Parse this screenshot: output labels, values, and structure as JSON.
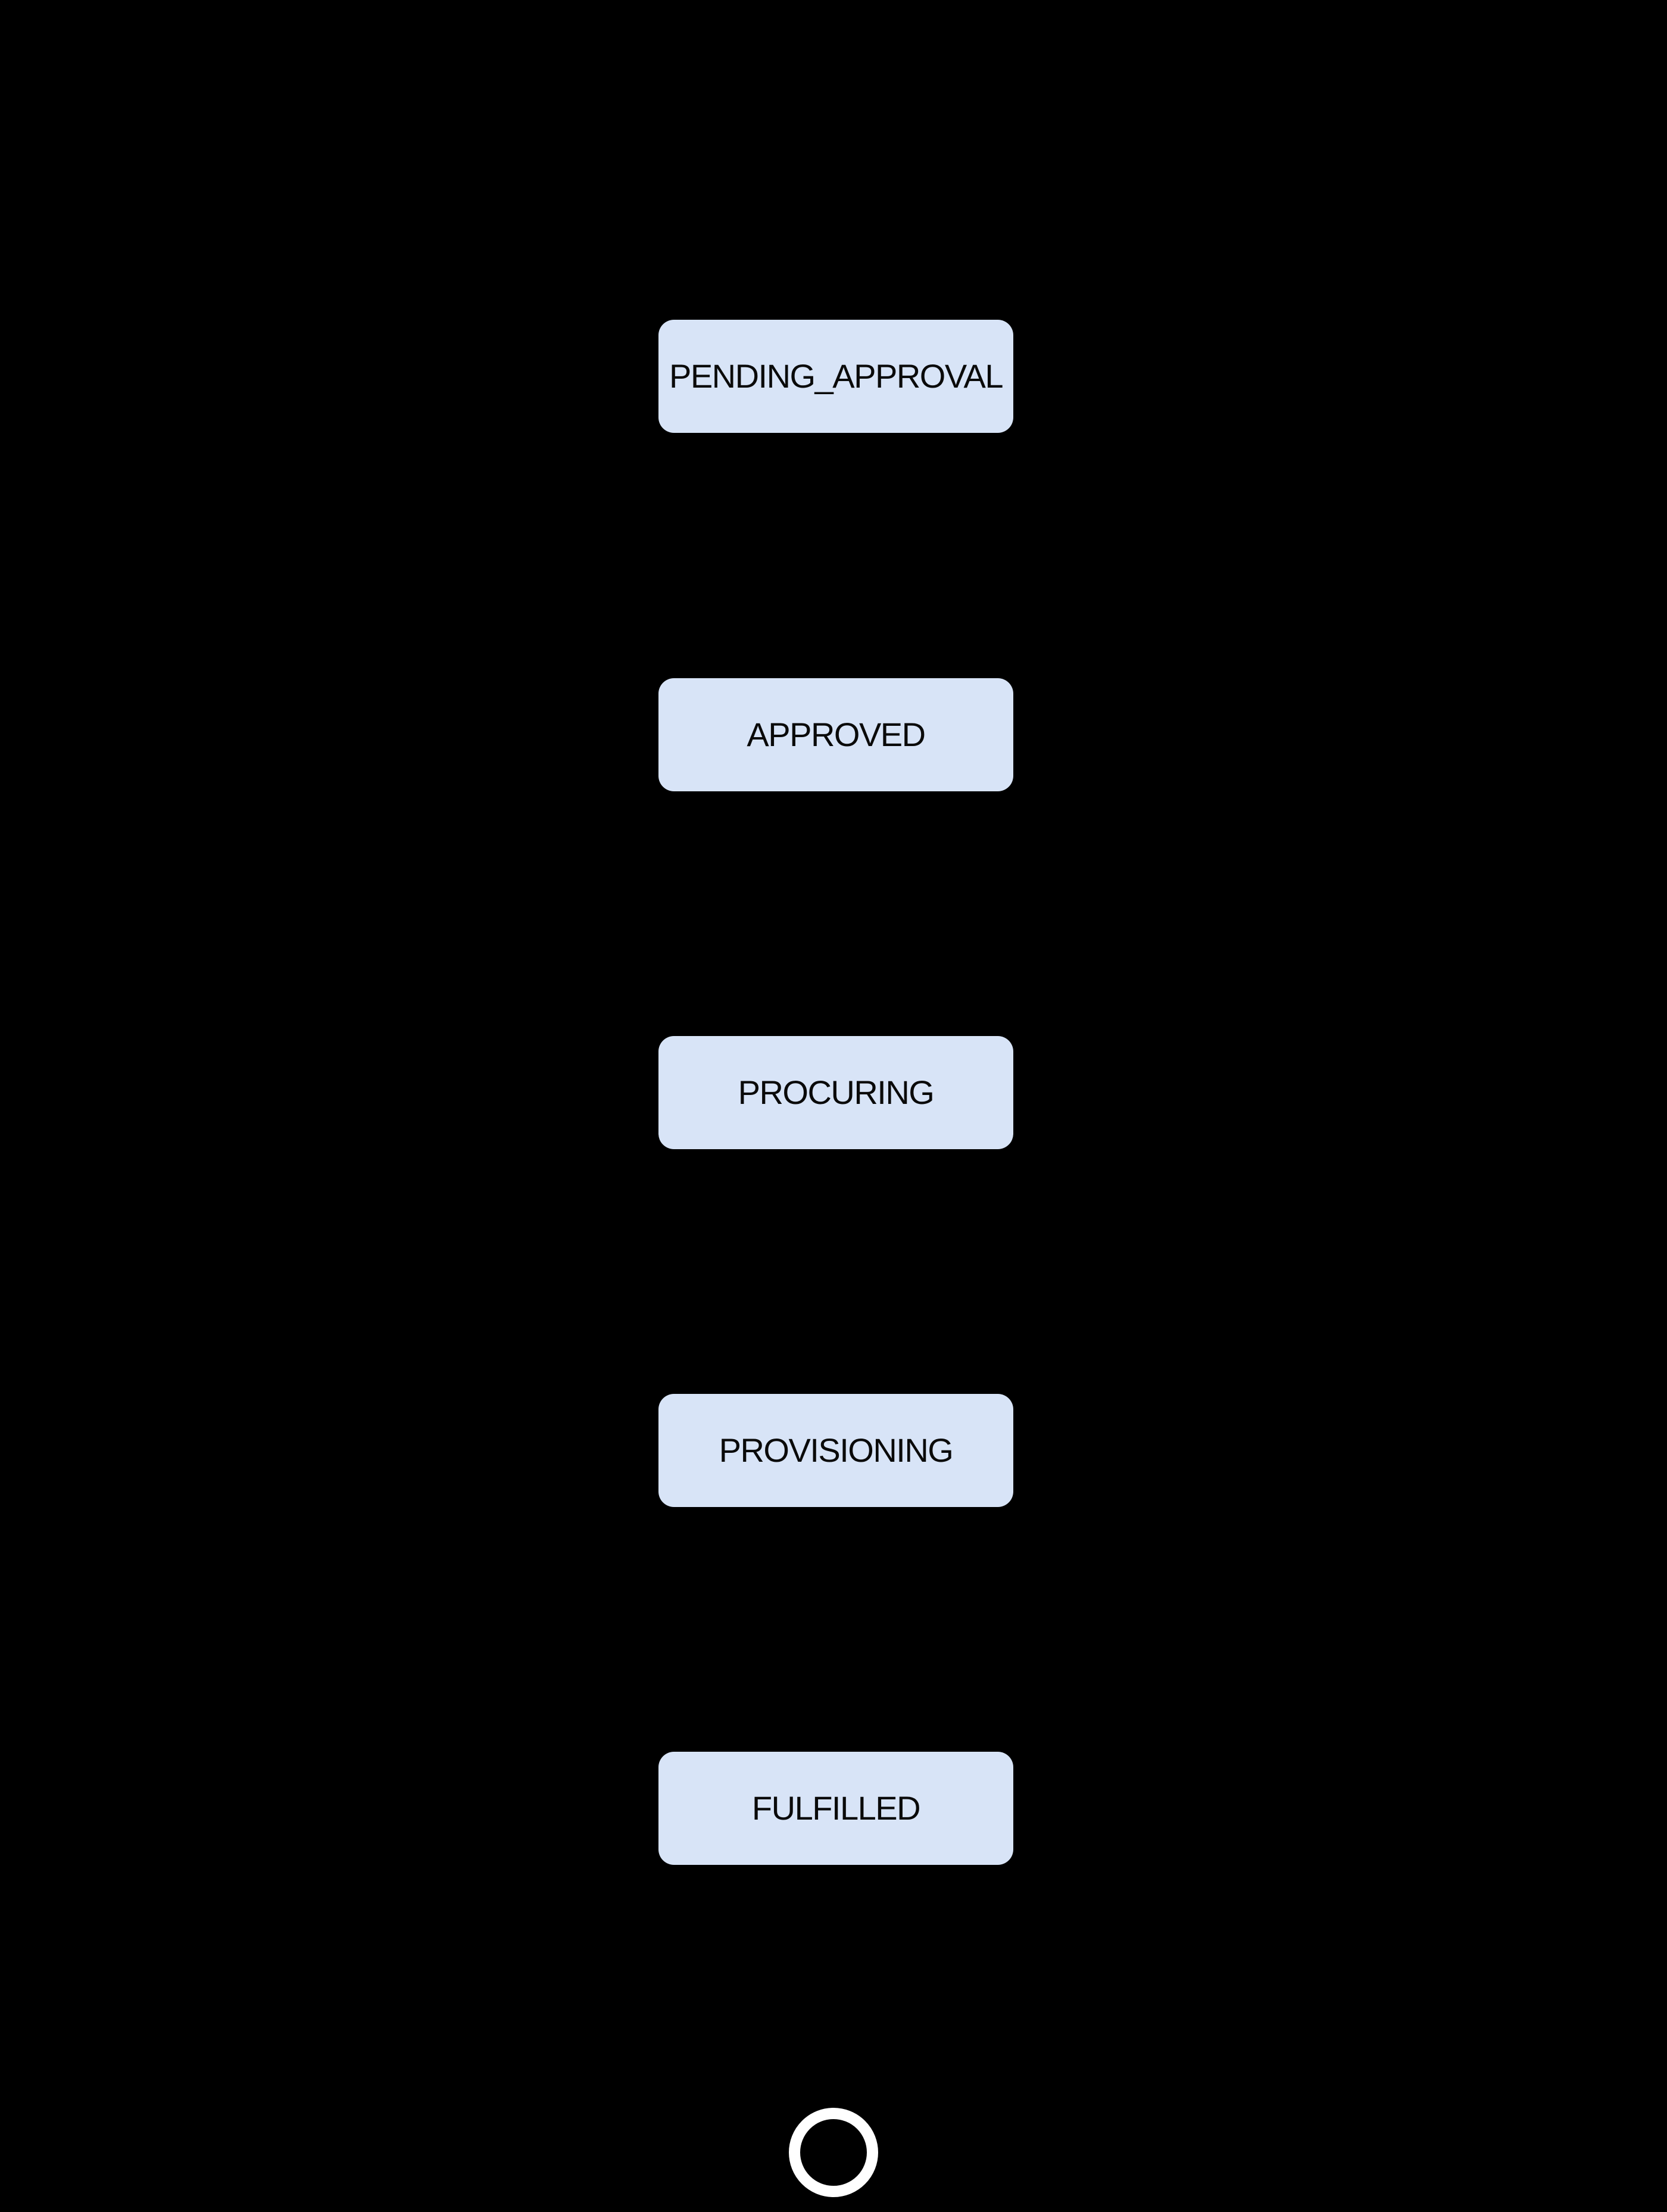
{
  "diagram": {
    "type": "state-flow",
    "orientation": "vertical",
    "background_color": "#000000",
    "node_fill_color": "#d8e4f7",
    "node_text_color": "#0a0a0a",
    "end_ring_color": "#ffffff",
    "nodes": [
      {
        "label": "PENDING_APPROVAL"
      },
      {
        "label": "APPROVED"
      },
      {
        "label": "PROCURING"
      },
      {
        "label": "PROVISIONING"
      },
      {
        "label": "FULFILLED"
      }
    ],
    "end_state": {
      "shape": "ring"
    }
  }
}
